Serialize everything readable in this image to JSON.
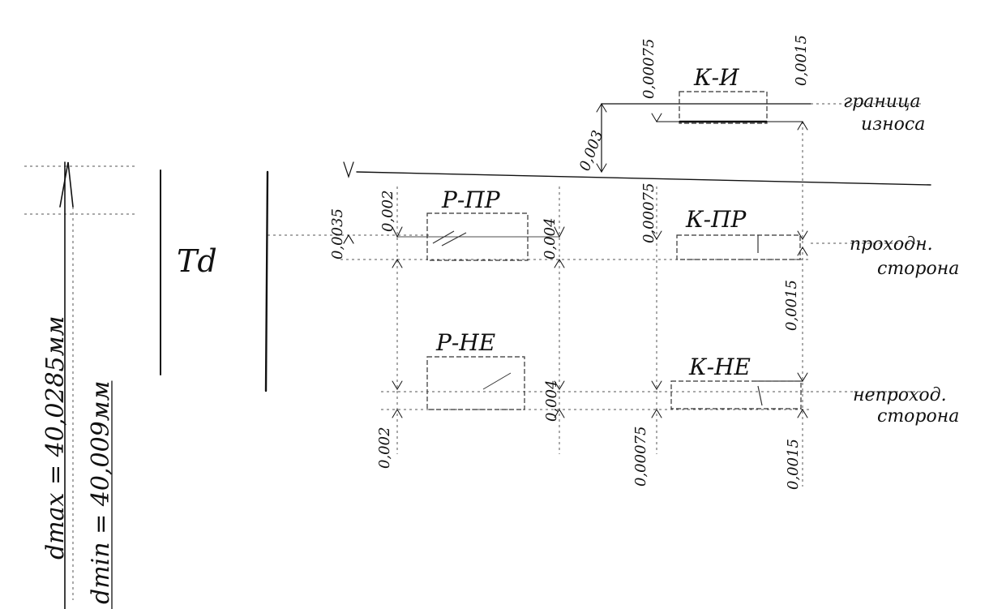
{
  "labels": {
    "dmax": "dmax = 40,0285мм",
    "dmin": "dmin = 40,009мм",
    "td": "Td",
    "r_pr": "Р-ПР",
    "r_ne": "Р-НЕ",
    "k_i": "К-И",
    "k_pr": "К-ПР",
    "k_ne": "К-НЕ",
    "wear_1": "граница",
    "wear_2": "износа",
    "go_1": "проходн.",
    "go_2": "сторона",
    "nogo_1": "непроход.",
    "nogo_2": "сторона"
  },
  "dims": {
    "d0035": "0,0035",
    "d0002_top": "0,002",
    "d0004_top": "0,004",
    "d0002_bot": "0,002",
    "d0004_bot": "0,004",
    "d0003": "0,003",
    "d00075_top": "0,00075",
    "d00015_top": "0,0015",
    "d00075_mid": "0,00075",
    "d00015_mid": "0,0015",
    "d00075_bot": "0,00075",
    "d00015_bot": "0,0015"
  }
}
